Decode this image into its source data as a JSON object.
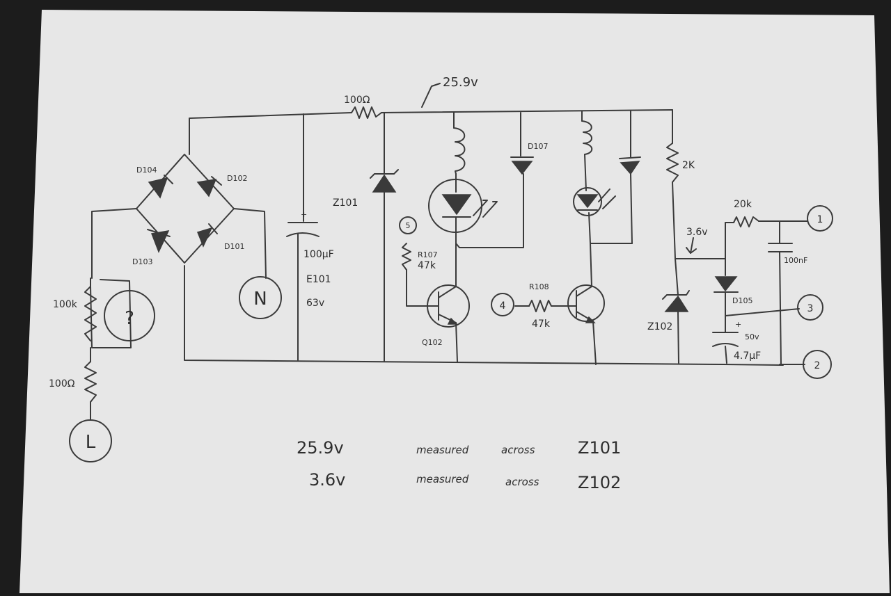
{
  "labels": {
    "rail_voltage": "25.9v",
    "r_series": "100Ω",
    "d104": "D104",
    "d102": "D102",
    "d103": "D103",
    "d101": "D101",
    "z101": "Z101",
    "cap_value": "100µF",
    "cap_name": "E101",
    "cap_voltage": "63v",
    "d107": "D107",
    "r107_name": "R107",
    "r107_value": "47k",
    "q102": "Q102",
    "r108_name": "R108",
    "r108_value": "47k",
    "r2k": "2K",
    "r20k": "20k",
    "v36": "3.6v",
    "c100nf": "100nF",
    "d105": "D105",
    "z102": "Z102",
    "cap2_voltage": "50v",
    "cap2_value": "4.7µF",
    "r100k": "100k",
    "r100_l": "100Ω",
    "plus": "+",
    "plus2": "+"
  },
  "terminals": {
    "L": "L",
    "N": "N",
    "unknown": "?",
    "t1": "1",
    "t2": "2",
    "t3": "3",
    "t4": "4",
    "t5": "5"
  },
  "notes": [
    {
      "value": "25.9v",
      "verb": "measured",
      "prep": "across",
      "component": "Z101"
    },
    {
      "value": "3.6v",
      "verb": "measured",
      "prep": "across",
      "component": "Z102"
    }
  ]
}
